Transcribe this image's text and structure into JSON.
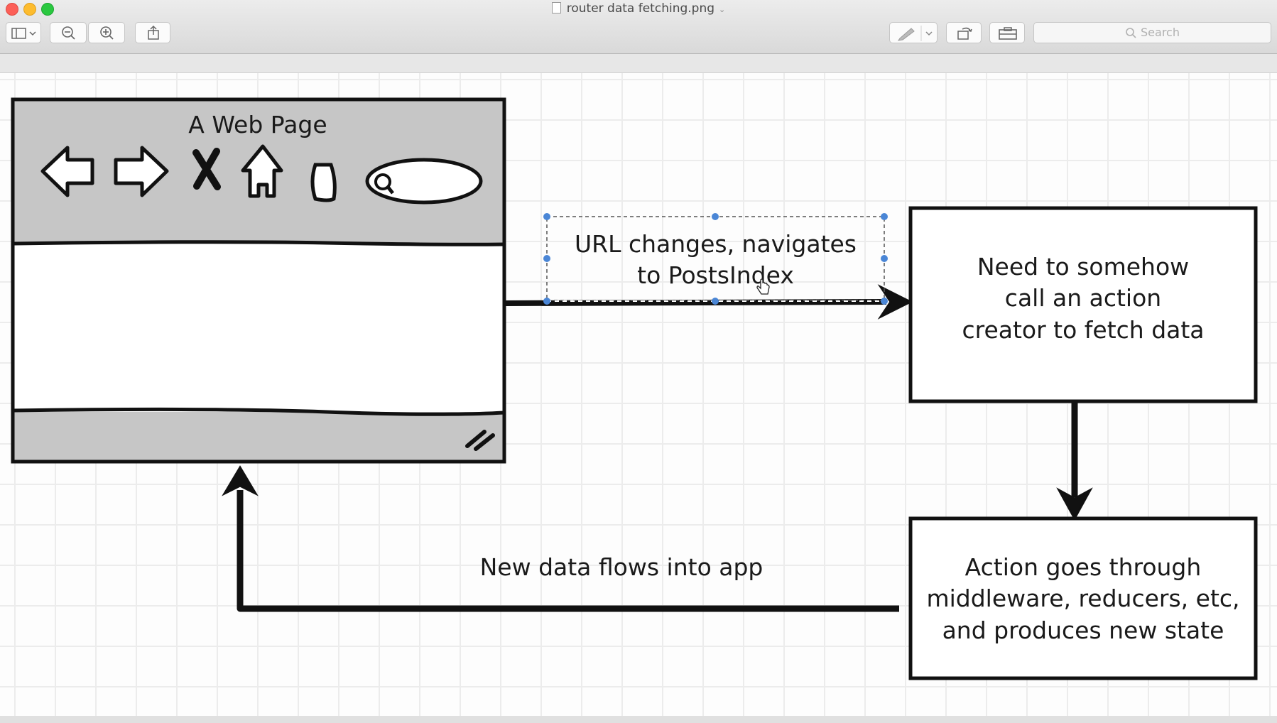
{
  "window": {
    "title": "router data fetching.png"
  },
  "toolbar": {
    "buttons": [
      "sidebar-toggle",
      "zoom-out",
      "zoom-in",
      "share",
      "markup",
      "rotate",
      "toolbox"
    ],
    "search_placeholder": "Search"
  },
  "diagram": {
    "web_page": {
      "title": "A Web Page"
    },
    "url_label": {
      "line1": "URL changes, navigates",
      "line2": "to PostsIndex"
    },
    "box_fetch": {
      "line1": "Need to somehow",
      "line2": "call an action",
      "line3": "creator to fetch data"
    },
    "box_state": {
      "line1": "Action goes through",
      "line2": "middleware, reducers, etc,",
      "line3": "and produces new state"
    },
    "flow_label": "New data flows into app"
  }
}
